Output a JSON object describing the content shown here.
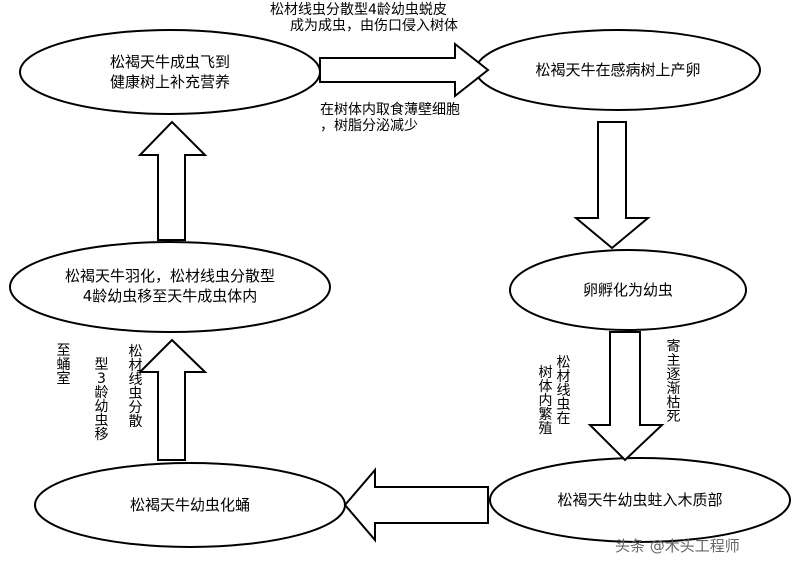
{
  "nodes": {
    "adult_supplement": [
      "松褐天牛成虫飞到",
      "健康树上补充营养"
    ],
    "lay_eggs": "松褐天牛在感病树上产卵",
    "hatch": "卵孵化为幼虫",
    "bore_wood": "松褐天牛幼虫蛀入木质部",
    "pupate": "松褐天牛幼虫化蛹",
    "eclosion": [
      "松褐天牛羽化，松材线虫分散型",
      "4龄幼虫移至天牛成虫体内"
    ]
  },
  "annotations": {
    "top_above": [
      "松材线虫分散型4龄幼虫蜕皮",
      "成为成虫，由伤口侵入树体"
    ],
    "top_below": [
      "在树体内取食薄壁细胞",
      "，树脂分泌减少"
    ],
    "right_inner": [
      "松",
      "材",
      "线",
      "虫",
      "在",
      "树",
      "体",
      "内",
      "繁",
      "殖"
    ],
    "right_outer": "寄主逐渐枯死",
    "left_inner": "松材线虫分散",
    "left_middle": "型3龄幼虫移",
    "left_outer": "至蛹室"
  },
  "watermark": "头条 @木头工程师"
}
